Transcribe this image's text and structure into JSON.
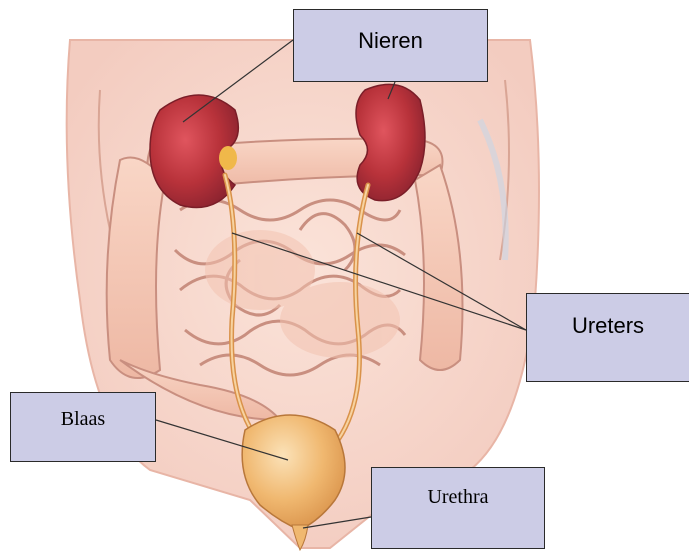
{
  "labels": {
    "kidneys": "Nieren",
    "ureters": "Ureters",
    "bladder": "Blaas",
    "urethra": "Urethra"
  },
  "colors": {
    "label_fill": "#cccce6",
    "kidney": "#b8323a",
    "bladder": "#f0b870",
    "intestine": "#f5c7b3"
  }
}
